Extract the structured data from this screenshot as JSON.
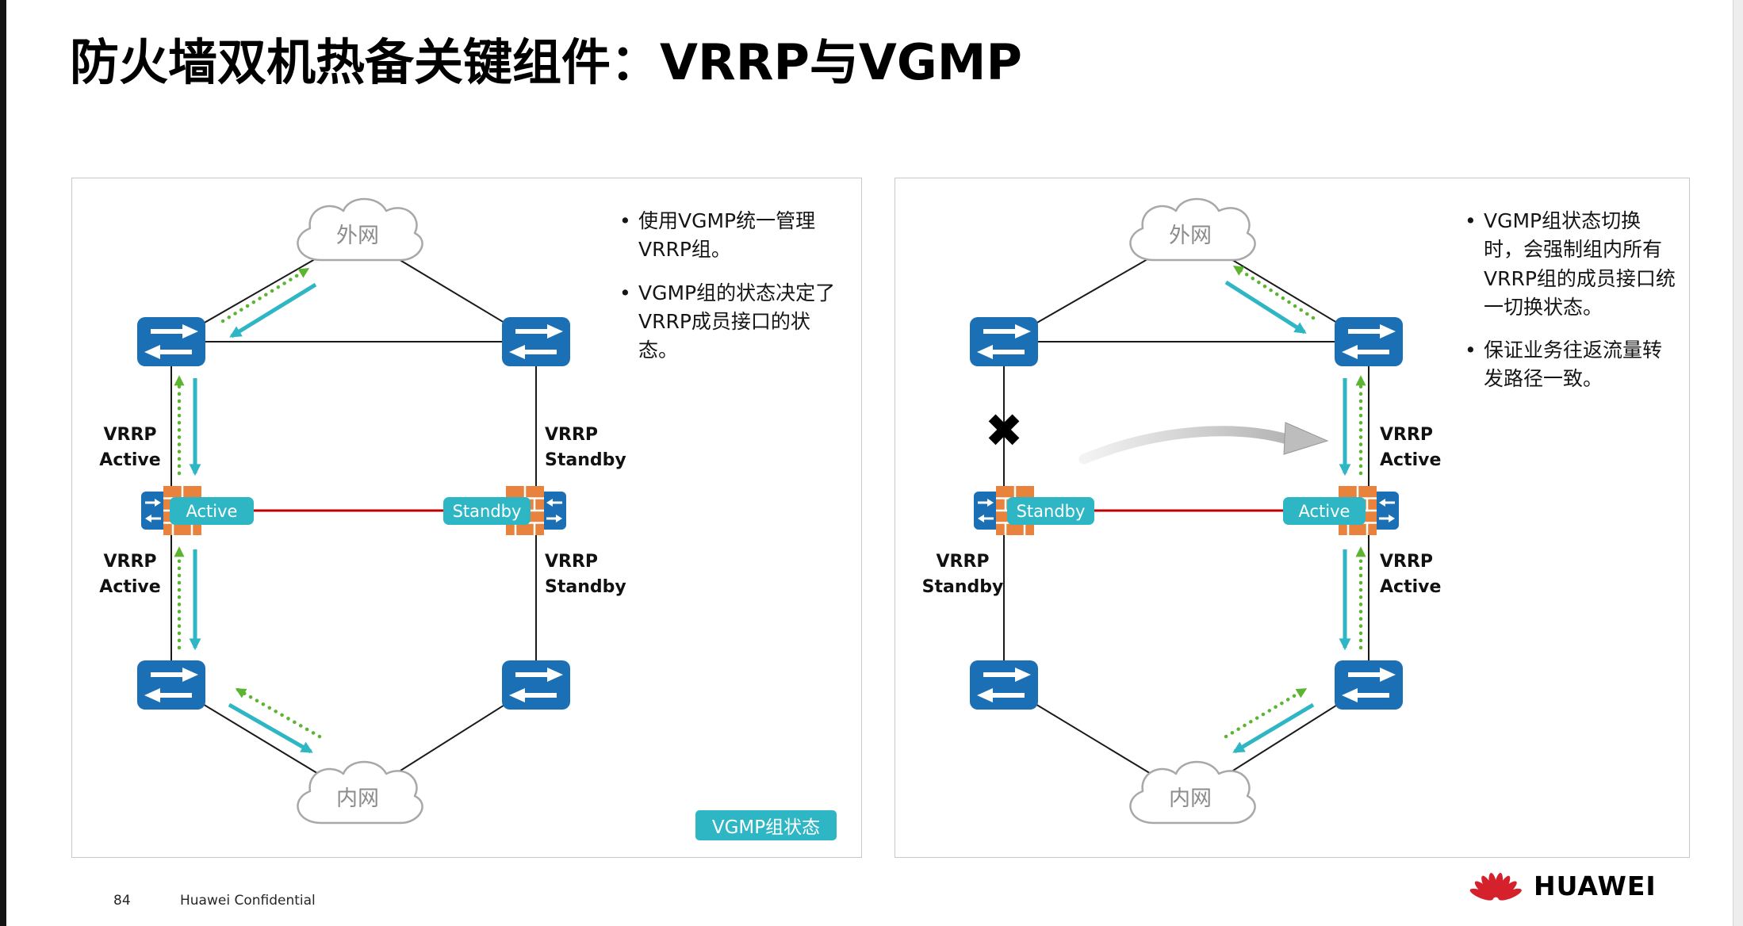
{
  "slide": {
    "title": "防火墙双机热备关键组件：VRRP与VGMP"
  },
  "left_panel": {
    "bullets": [
      "使用VGMP统一管理VRRP组。",
      "VGMP组的状态决定了VRRP成员接口的状态。"
    ],
    "status_badge": "VGMP组状态",
    "diagram": {
      "cloud_top": "外网",
      "cloud_bottom": "内网",
      "fw_left_badge": "Active",
      "fw_right_badge": "Standby",
      "vrrp_top_left": {
        "line1": "VRRP",
        "line2": "Active"
      },
      "vrrp_bottom_left": {
        "line1": "VRRP",
        "line2": "Active"
      },
      "vrrp_top_right": {
        "line1": "VRRP",
        "line2": "Standby"
      },
      "vrrp_bottom_right": {
        "line1": "VRRP",
        "line2": "Standby"
      }
    }
  },
  "right_panel": {
    "bullets": [
      "VGMP组状态切换时，会强制组内所有VRRP组的成员接口统一切换状态。",
      "保证业务往返流量转发路径一致。"
    ],
    "diagram": {
      "cloud_top": "外网",
      "cloud_bottom": "内网",
      "fw_left_badge": "Standby",
      "fw_right_badge": "Active",
      "failure_mark": "✖",
      "vrrp_bottom_left": {
        "line1": "VRRP",
        "line2": "Standby"
      },
      "vrrp_top_right": {
        "line1": "VRRP",
        "line2": "Active"
      },
      "vrrp_bottom_right": {
        "line1": "VRRP",
        "line2": "Active"
      }
    }
  },
  "footer": {
    "page_number": "84",
    "confidential_label": "Huawei Confidential",
    "logo_text": "HUAWEI"
  },
  "colors": {
    "switch_blue": "#1A6FB5",
    "firewall_orange": "#E8823C",
    "badge_teal": "#2FB6C4",
    "arrow_teal": "#2FB6C4",
    "arrow_green": "#5BB531",
    "heartbeat_red": "#C00000",
    "huawei_red": "#D4212C"
  }
}
